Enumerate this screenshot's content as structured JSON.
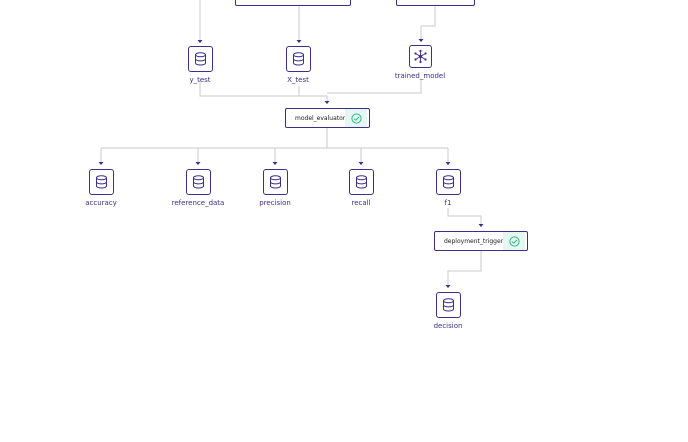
{
  "colors": {
    "node_border": "#3d2d8c",
    "edge": "#c8c8d2",
    "arrow": "#3d2d8c",
    "status_green": "#2fb88a",
    "status_bg": "#e6f6f1"
  },
  "artifacts": {
    "y_test": {
      "label": "y_test",
      "icon": "database-icon"
    },
    "x_test": {
      "label": "X_test",
      "icon": "database-icon"
    },
    "trained_model": {
      "label": "trained_model",
      "icon": "model-network-icon"
    },
    "accuracy": {
      "label": "accuracy",
      "icon": "database-icon"
    },
    "reference_data": {
      "label": "reference_data",
      "icon": "database-icon"
    },
    "precision": {
      "label": "precision",
      "icon": "database-icon"
    },
    "recall": {
      "label": "recall",
      "icon": "database-icon"
    },
    "f1": {
      "label": "f1",
      "icon": "database-icon"
    },
    "decision": {
      "label": "decision",
      "icon": "database-icon"
    }
  },
  "steps": {
    "model_evaluator": {
      "title": "model_evaluator",
      "status": "completed",
      "icon": "check-circle-icon"
    },
    "deployment_trigger": {
      "title": "deployment_trigger",
      "status": "completed",
      "icon": "check-circle-icon"
    }
  }
}
